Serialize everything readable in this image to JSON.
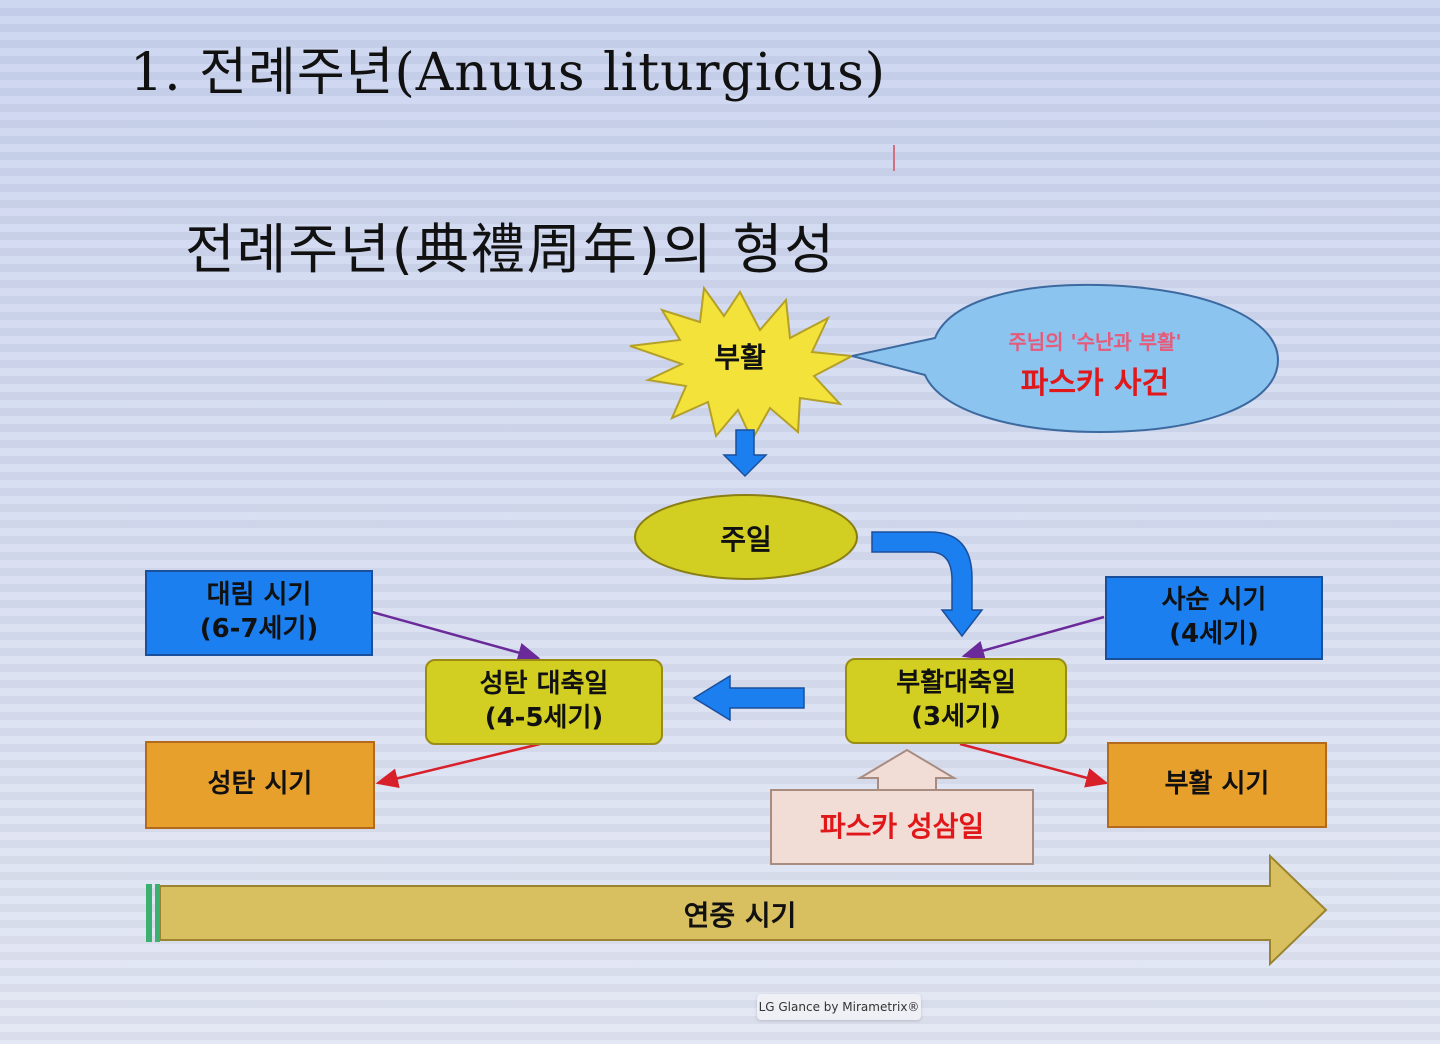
{
  "slide": {
    "title": "1. 전례주년(Anuus liturgicus)",
    "subtitle": "전례주년(典禮周年)의 형성"
  },
  "diagram": {
    "easter_star": "부활",
    "callout": {
      "line1": "주님의 '수난과 부활'",
      "line2": "파스카 사건"
    },
    "sunday": "주일",
    "advent": {
      "line1": "대림 시기",
      "line2": "(6-7세기)"
    },
    "lent": {
      "line1": "사순 시기",
      "line2": "(4세기)"
    },
    "christmas_feast": {
      "line1": "성탄 대축일",
      "line2": "(4-5세기)"
    },
    "easter_feast": {
      "line1": "부활대축일",
      "line2": "(3세기)"
    },
    "christmas_season": "성탄 시기",
    "easter_season": "부활 시기",
    "paschal_triduum": "파스카 성삼일",
    "ordinary_time": "연중 시기"
  },
  "colors": {
    "star_fill": "#f2e23a",
    "callout_fill": "#8cc4f0",
    "callout_text_1": "#e65a7a",
    "callout_text_2": "#e0181a",
    "blue_box": "#1c7ff0",
    "yellow_box": "#d2cf22",
    "orange_box": "#e8a02c",
    "purple_arrow": "#6a2a9a",
    "red_arrow": "#d8202a",
    "timeline_fill": "#d8c060"
  },
  "footer": {
    "text": "LG Glance by Mirametrix®"
  }
}
